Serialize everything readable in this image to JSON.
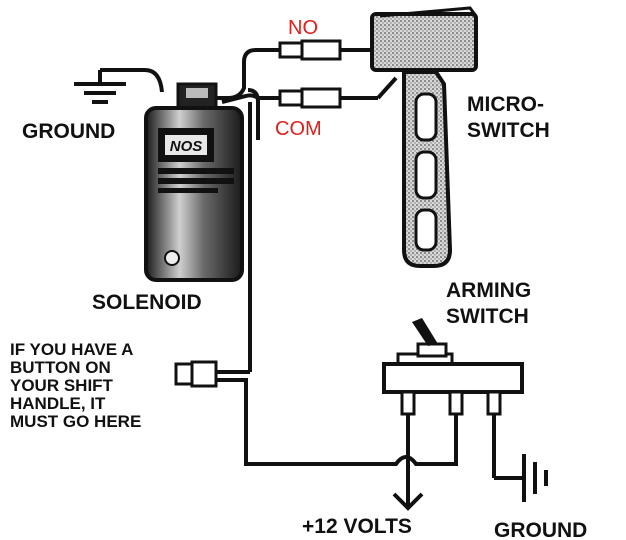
{
  "labels": {
    "no": "NO",
    "com": "COM",
    "ground_top": "GROUND",
    "micro_switch_line1": "MICRO-",
    "micro_switch_line2": "SWITCH",
    "solenoid": "SOLENOID",
    "arming_switch_line1": "ARMING",
    "arming_switch_line2": "SWITCH",
    "note_line1": "IF YOU HAVE A",
    "note_line2": "BUTTON ON",
    "note_line3": "YOUR SHIFT",
    "note_line4": "HANDLE, IT",
    "note_line5": "MUST GO HERE",
    "plus12": "+12 VOLTS",
    "ground_bottom": "GROUND",
    "solenoid_logo": "NOS"
  },
  "colors": {
    "line": "#111111",
    "terminal_label": "#e0201c",
    "background": "#ffffff"
  }
}
